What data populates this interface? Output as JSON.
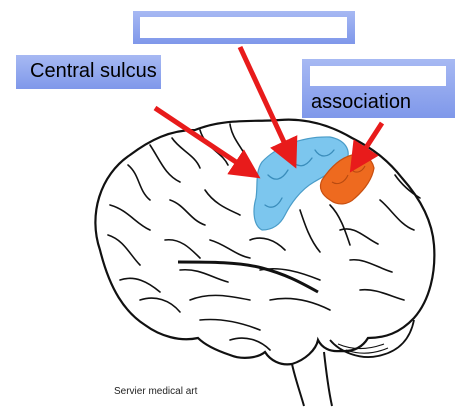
{
  "labels": {
    "top_box_text": "",
    "central_sulcus": "Central sulcus",
    "association_box_text": "",
    "association": "association"
  },
  "credit": "Servier medical art",
  "colors": {
    "label_box": "#8fa6ee",
    "arrow": "#e81b1b",
    "region_blue": "#7cc6ee",
    "region_orange": "#ee6a1f",
    "brain_outline": "#111111",
    "background": "#ffffff"
  }
}
